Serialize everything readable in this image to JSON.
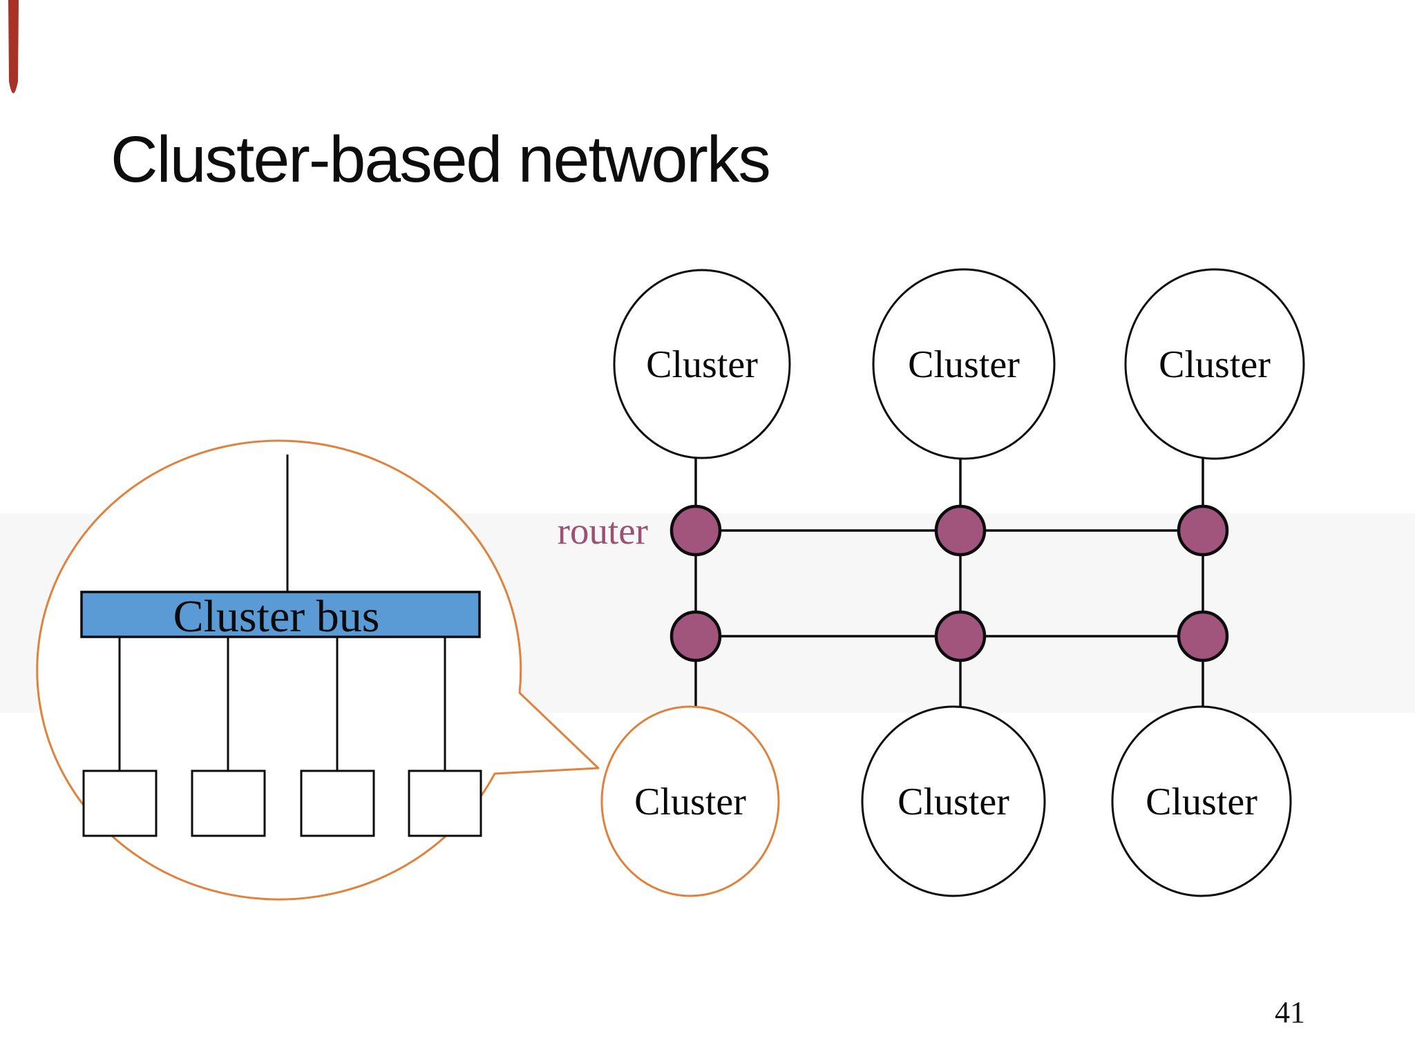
{
  "slide": {
    "title": "Cluster-based networks",
    "page_number": "41"
  },
  "network": {
    "router_label": "router",
    "clusters": [
      {
        "label": "Cluster",
        "highlighted": false
      },
      {
        "label": "Cluster",
        "highlighted": false
      },
      {
        "label": "Cluster",
        "highlighted": false
      },
      {
        "label": "Cluster",
        "highlighted": true
      },
      {
        "label": "Cluster",
        "highlighted": false
      },
      {
        "label": "Cluster",
        "highlighted": false
      }
    ],
    "router_count": 6
  },
  "callout": {
    "bus_label": "Cluster bus",
    "node_count": 4
  },
  "colors": {
    "accent_orange": "#E0813C",
    "router_fill": "#A1557C",
    "router_label_color": "#9C5074",
    "bus_fill": "#5B9BD5",
    "line_black": "#0c0c0c",
    "red_mark": "#A93226"
  }
}
